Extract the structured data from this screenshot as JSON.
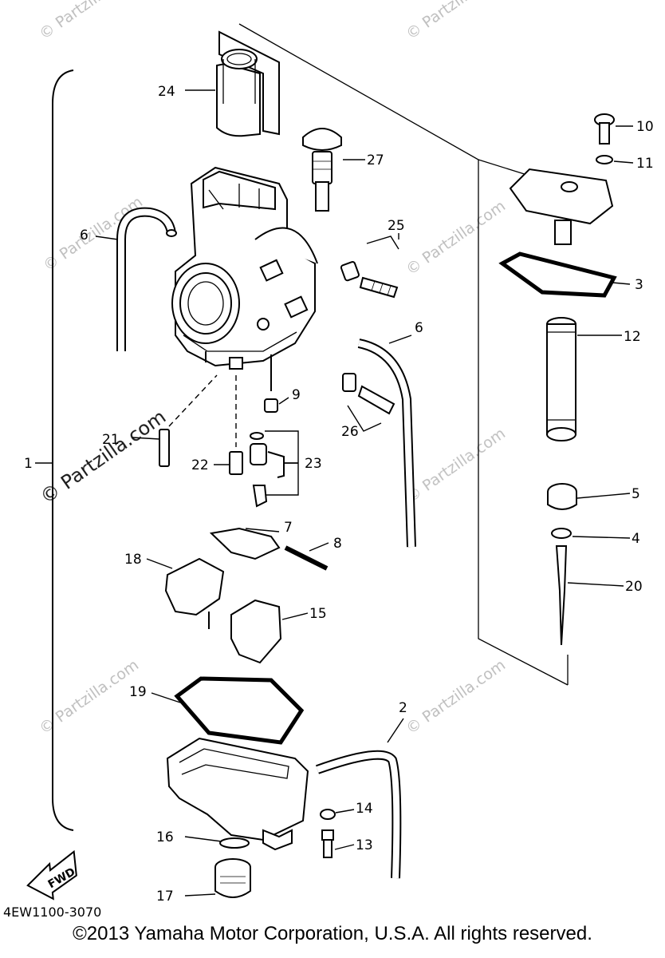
{
  "diagram": {
    "part_labels": {
      "p1": "1",
      "p2": "2",
      "p3": "3",
      "p4": "4",
      "p5": "5",
      "p6a": "6",
      "p6b": "6",
      "p7": "7",
      "p8": "8",
      "p9": "9",
      "p10": "10",
      "p11": "11",
      "p12": "12",
      "p13": "13",
      "p14": "14",
      "p15": "15",
      "p16": "16",
      "p17": "17",
      "p18": "18",
      "p19": "19",
      "p20": "20",
      "p21": "21",
      "p22": "22",
      "p23": "23",
      "p24": "24",
      "p25": "25",
      "p26": "26",
      "p27": "27"
    },
    "fwd_label": "FWD",
    "drawing_code": "4EW1100-3070",
    "watermark_text": "© Partzilla.com",
    "watermark_main": "© Partzilla.com"
  },
  "footer": {
    "copyright": "©2013  Yamaha Motor Corporation, U.S.A. All rights reserved."
  }
}
